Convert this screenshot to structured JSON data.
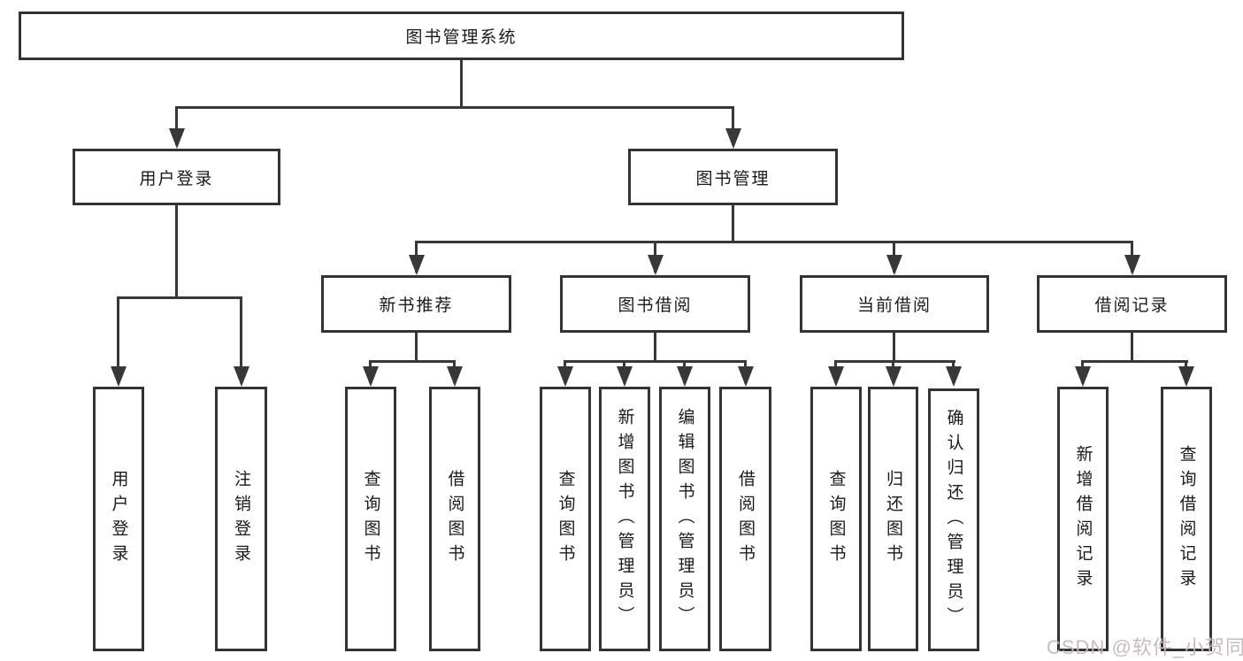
{
  "diagram": {
    "root": {
      "label": "图书管理系统"
    },
    "level2": {
      "user_login": {
        "label": "用户登录"
      },
      "book_management": {
        "label": "图书管理"
      }
    },
    "level3": {
      "new_book_recommend": {
        "label": "新书推荐"
      },
      "book_borrow": {
        "label": "图书借阅"
      },
      "current_borrow": {
        "label": "当前借阅"
      },
      "borrow_records": {
        "label": "借阅记录"
      }
    },
    "leaves": {
      "user_login": [
        "用户登录",
        "注销登录"
      ],
      "new_book_recommend": [
        "查询图书",
        "借阅图书"
      ],
      "book_borrow": [
        "查询图书",
        "新增图书（管理员）",
        "编辑图书（管理员）",
        "借阅图书"
      ],
      "current_borrow": [
        "查询图书",
        "归还图书",
        "确认归还（管理员）"
      ],
      "borrow_records": [
        "新增借阅记录",
        "查询借阅记录"
      ]
    }
  },
  "watermark": {
    "text": "CSDN @软件_小贺同学",
    "color": "#c6b6ba"
  },
  "colors": {
    "line": "#383838",
    "box_border": "#333333",
    "box_background": "#ffffff",
    "text": "#1a1a1a",
    "background": "#ffffff"
  }
}
